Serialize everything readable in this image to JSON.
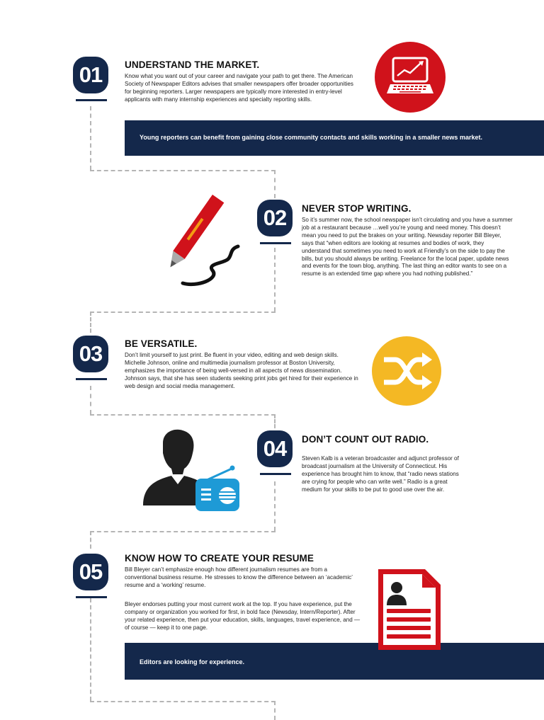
{
  "sections": [
    {
      "number": "01",
      "title": "UNDERSTAND THE MARKET.",
      "body": "Know what you want out of your career and navigate your path to get there. The American Society of Newspaper Editors advises that smaller newspapers offer broader opportunities for beginning reporters. Larger newspapers are typically more interested in entry-level applicants with many internship experiences and specialty reporting skills.",
      "callout": "Young reporters can benefit from gaining close community contacts and skills working in a smaller news market.",
      "icon": "laptop-chart-icon"
    },
    {
      "number": "02",
      "title": "NEVER STOP WRITING.",
      "body": "So it’s summer now, the school newspaper isn’t circulating and you have a summer job at a restaurant because …well you’re young and need money. This doesn’t mean you need to put the brakes on your writing. Newsday reporter Bill Bleyer, says that “when editors are looking at resumes and bodies of work, they understand that sometimes you need to work at Friendly’s on the side to pay the bills, but you should always be writing. Freelance for the local paper, update news and events for the town blog, anything. The last thing an editor wants to see on a resume is an extended time gap where you had nothing published.”",
      "icon": "pencil-icon"
    },
    {
      "number": "03",
      "title": "BE VERSATILE.",
      "body": "Don’t limit yourself to just print. Be fluent in your video, editing and web design skills. Michelle Johnson, online and multimedia journalism professor at Boston University, emphasizes the importance of being well-versed in all aspects of news dissemination. Johnson says, that she has seen students seeking print jobs  get hired for their experience in web design and social media management.",
      "icon": "shuffle-icon"
    },
    {
      "number": "04",
      "title": "DON’T COUNT OUT RADIO.",
      "body": "Steven Kalb is a veteran broadcaster and adjunct professor of broadcast journalism at the University of Connecticut. His experience has brought him to know, that “radio news stations are crying for people who can write well.” Radio is a great medium for your skills to be put to good use over the air.",
      "icon": "person-radio-icon"
    },
    {
      "number": "05",
      "title": "KNOW HOW TO CREATE YOUR RESUME",
      "body": "Bill Bleyer can’t emphasize enough how different journalism resumes are from a conventional business resume. He stresses to know the difference between an ‘academic’ resume and a ‘working’ resume.",
      "body2": "Bleyer endorses putting your most current work at the top. If you have experience, put the company or organization you worked for first, in bold face (Newsday, Intern/Reporter). After your related experience, then put your education, skills, languages, travel experience, and — of course — keep it to one page.",
      "callout": "Editors are looking for experience.",
      "icon": "resume-document-icon"
    }
  ],
  "colors": {
    "navy": "#14284b",
    "red": "#d0121b",
    "gold": "#f4b824",
    "blue": "#1e9ad6",
    "dash": "#b5b5b5"
  }
}
